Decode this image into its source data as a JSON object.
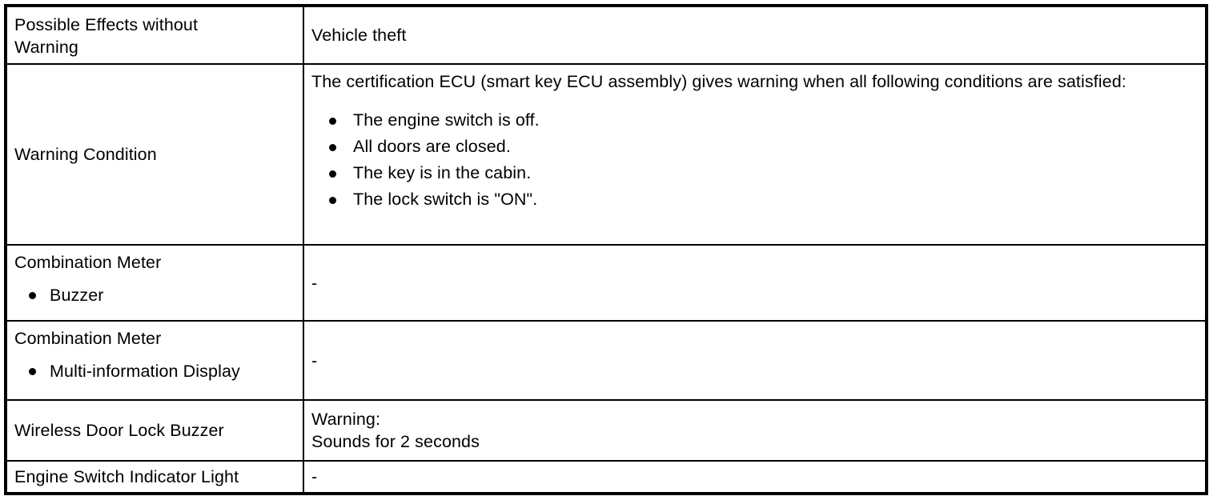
{
  "table": {
    "rows": [
      {
        "label": {
          "lines": [
            "Possible Effects without",
            "Warning"
          ]
        },
        "value": {
          "lines": [
            "Vehicle theft"
          ]
        }
      },
      {
        "label": {
          "lines": [
            "Warning Condition"
          ]
        },
        "value": {
          "intro": "The certification ECU (smart key ECU assembly) gives warning when all following conditions are satisfied:",
          "bullets": [
            "The engine switch is off.",
            "All doors are closed.",
            "The key is in the cabin.",
            "The lock switch is \"ON\"."
          ]
        }
      },
      {
        "label": {
          "lines": [
            "Combination Meter"
          ],
          "bullets": [
            "Buzzer"
          ]
        },
        "value": {
          "lines": [
            "-"
          ]
        }
      },
      {
        "label": {
          "lines": [
            "Combination Meter"
          ],
          "bullets": [
            "Multi-information Display"
          ]
        },
        "value": {
          "lines": [
            "-"
          ]
        }
      },
      {
        "label": {
          "lines": [
            "Wireless Door Lock Buzzer"
          ]
        },
        "value": {
          "lines": [
            "Warning:",
            "Sounds for 2 seconds"
          ]
        }
      },
      {
        "label": {
          "lines": [
            "Engine Switch Indicator Light"
          ]
        },
        "value": {
          "lines": [
            "-"
          ]
        }
      }
    ]
  },
  "colors": {
    "border": "#000000",
    "text": "#000000",
    "background": "#ffffff"
  }
}
